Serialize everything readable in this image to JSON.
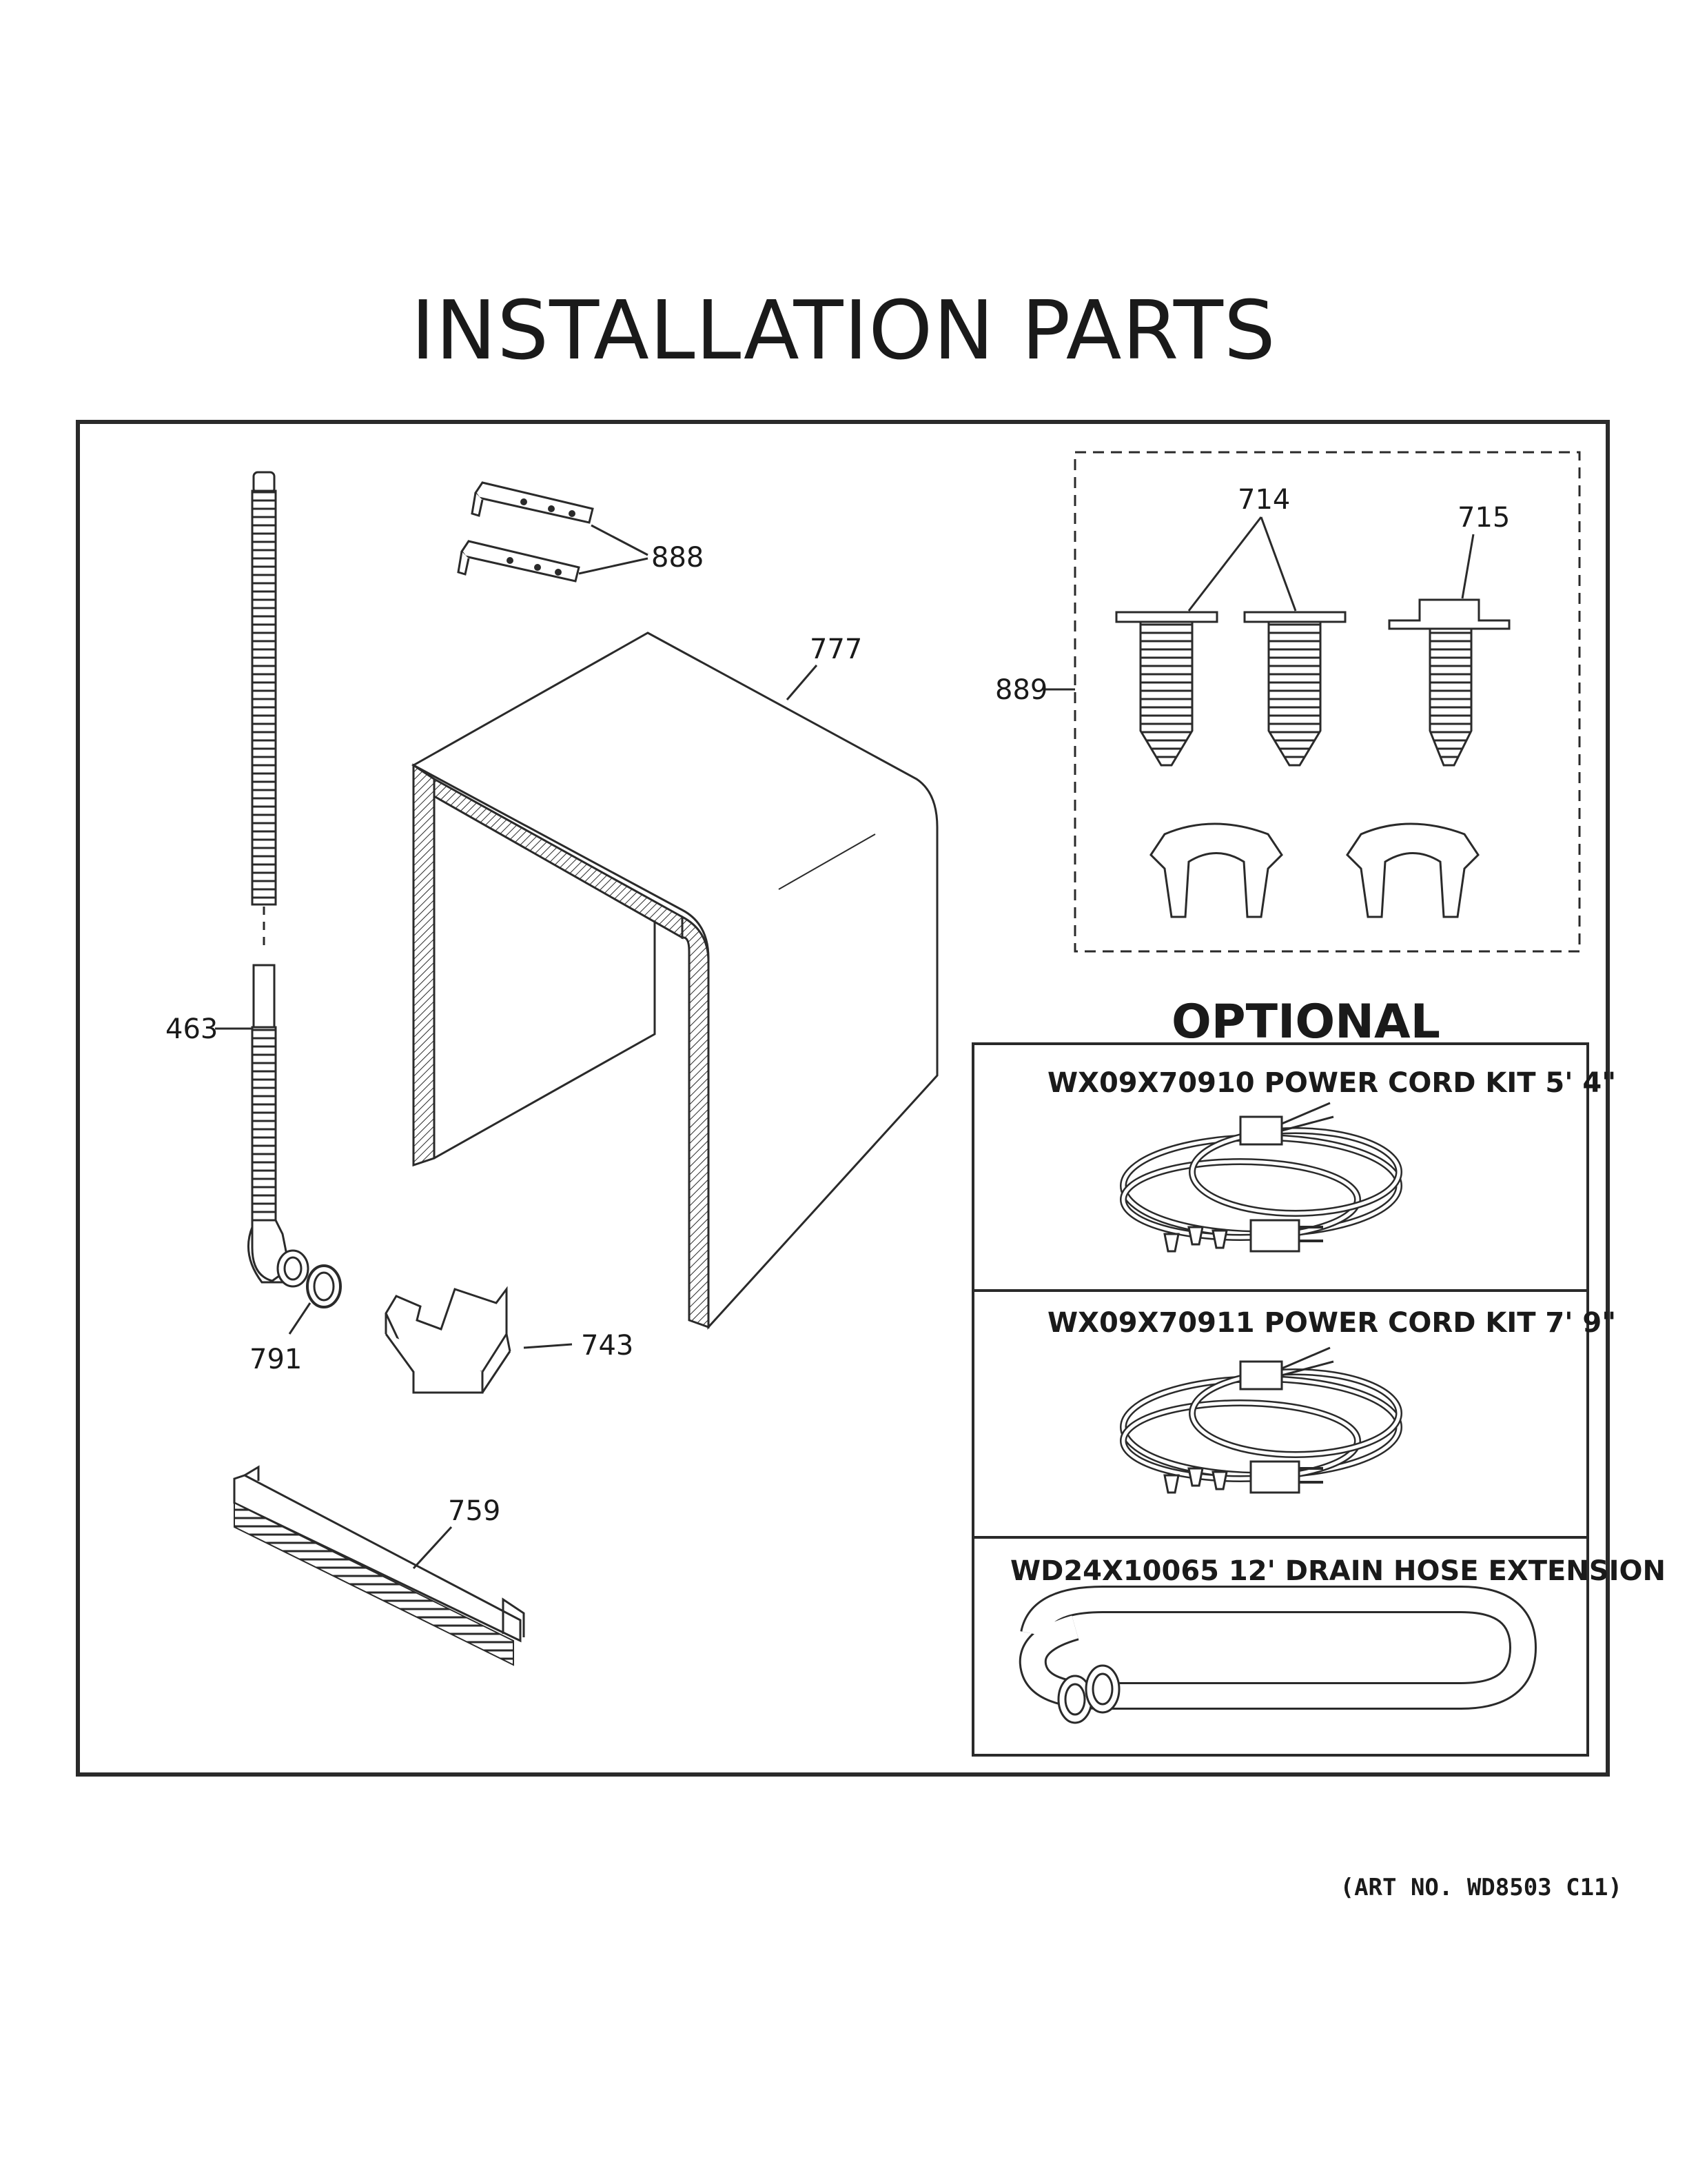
{
  "title": "INSTALLATION PARTS",
  "callouts": {
    "p463": "463",
    "p714": "714",
    "p715": "715",
    "p743": "743",
    "p759": "759",
    "p777": "777",
    "p791": "791",
    "p888": "888",
    "p889": "889"
  },
  "optional": {
    "heading": "OPTIONAL",
    "kits": [
      {
        "label": "WX09X70910 POWER CORD KIT 5' 4\""
      },
      {
        "label": "WX09X70911 POWER CORD KIT 7' 9\""
      },
      {
        "label": "WD24X10065 12' DRAIN HOSE EXTENSION"
      }
    ]
  },
  "art_number": "(ART NO. WD8503 C11)",
  "colors": {
    "line": "#2a2a2a",
    "background": "#ffffff"
  }
}
